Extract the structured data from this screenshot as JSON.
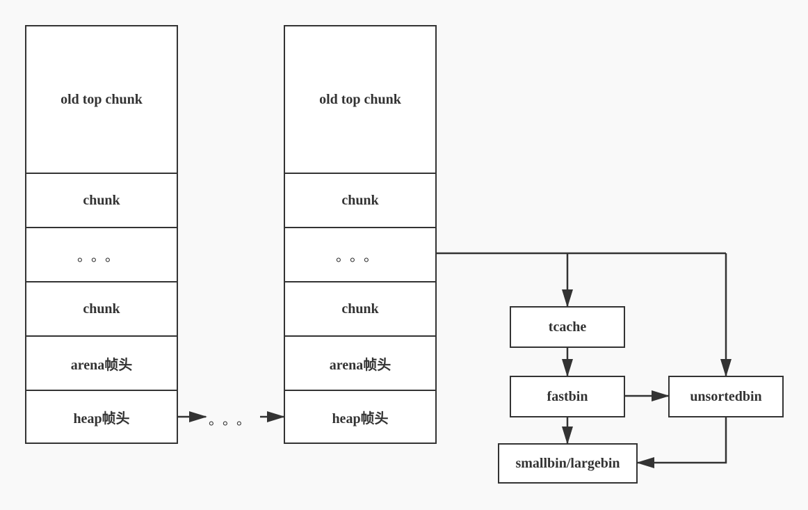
{
  "stack_left": {
    "cells": [
      "old top chunk",
      "chunk",
      "。。。",
      "chunk",
      "arena帧头",
      "heap帧头"
    ]
  },
  "stack_right": {
    "cells": [
      "old top chunk",
      "chunk",
      "。。。",
      "chunk",
      "arena帧头",
      "heap帧头"
    ]
  },
  "between_ellipsis": "。。。",
  "bins": {
    "tcache": "tcache",
    "fastbin": "fastbin",
    "unsortedbin": "unsortedbin",
    "smallbin_largebin": "smallbin/largebin"
  },
  "colors": {
    "stroke": "#333333",
    "background": "#f9f9f9",
    "box_fill": "#ffffff"
  }
}
